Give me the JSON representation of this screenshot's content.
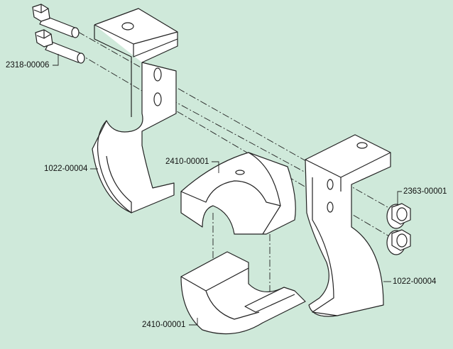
{
  "callouts": {
    "bolt": "2318-00006",
    "bracket_left": "1022-00004",
    "bushing_top": "2410-00001",
    "nut": "2363-00001",
    "bracket_right": "1022-00004",
    "bushing_bottom": "2410-00001"
  },
  "colors": {
    "background": "#cfe9da",
    "line": "#222222",
    "part_fill": "#ffffff"
  }
}
